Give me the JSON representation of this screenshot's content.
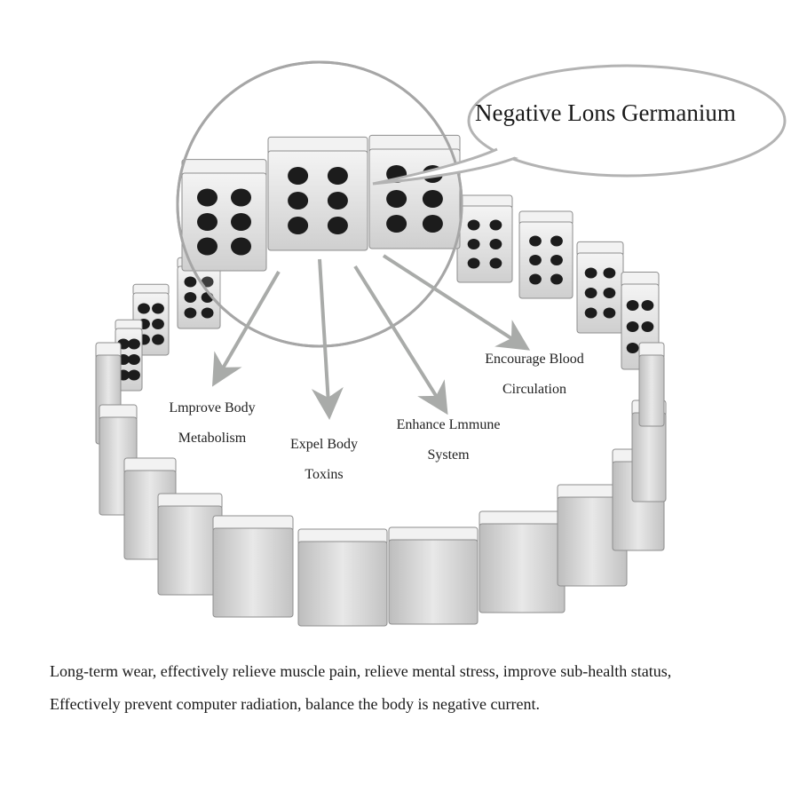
{
  "bubble": {
    "text": "Negative Lons Germanium",
    "stroke_color": "#b3b3b3"
  },
  "callouts": [
    {
      "line1": "Lmprove Body",
      "line2": "Metabolism"
    },
    {
      "line1": "Expel Body",
      "line2": "Toxins"
    },
    {
      "line1": "Enhance Lmmune",
      "line2": "System"
    },
    {
      "line1": "Encourage Blood",
      "line2": "Circulation"
    }
  ],
  "description": {
    "line1": "Long-term wear, effectively relieve muscle pain, relieve mental stress, improve sub-health status,",
    "line2": "Effectively prevent computer radiation, balance the body is negative current."
  },
  "colors": {
    "metal_light": "#f2f2f2",
    "metal_mid": "#c9c9c9",
    "metal_dark": "#8e8e8e",
    "germanium_dot": "#1c1c1c",
    "arrow": "#a9aba9"
  }
}
